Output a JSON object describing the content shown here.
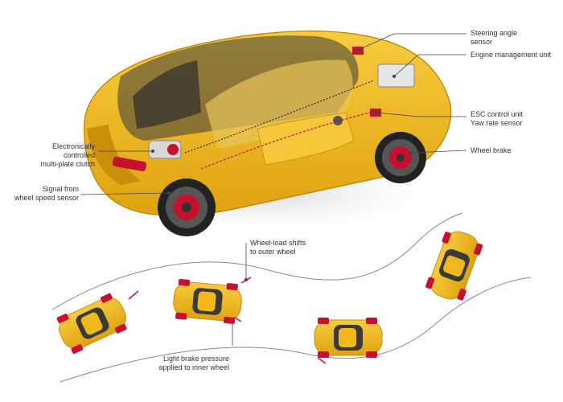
{
  "colors": {
    "car_body": "#f2b81b",
    "car_shadow": "#c98e0a",
    "glass": "#3a3a3a",
    "brake_red": "#c8102e",
    "leader_line": "#444444",
    "road_line": "#8a8a8a"
  },
  "labels": {
    "steering_angle": [
      "Steering angle",
      "sensor"
    ],
    "engine_management": [
      "Engine management unit"
    ],
    "esc": [
      "ESC control unit",
      "Yaw rate sensor"
    ],
    "wheel_brake": [
      "Wheel brake"
    ],
    "clutch": [
      "Electronically",
      "controlled",
      "multi-plate clutch"
    ],
    "wheel_speed": [
      "Signal from",
      "wheel speed sensor"
    ],
    "wheel_load": [
      "Wheel-load shifts",
      "to outer wheel"
    ],
    "light_brake": [
      "Light brake pressure",
      "applied to inner wheel"
    ]
  }
}
